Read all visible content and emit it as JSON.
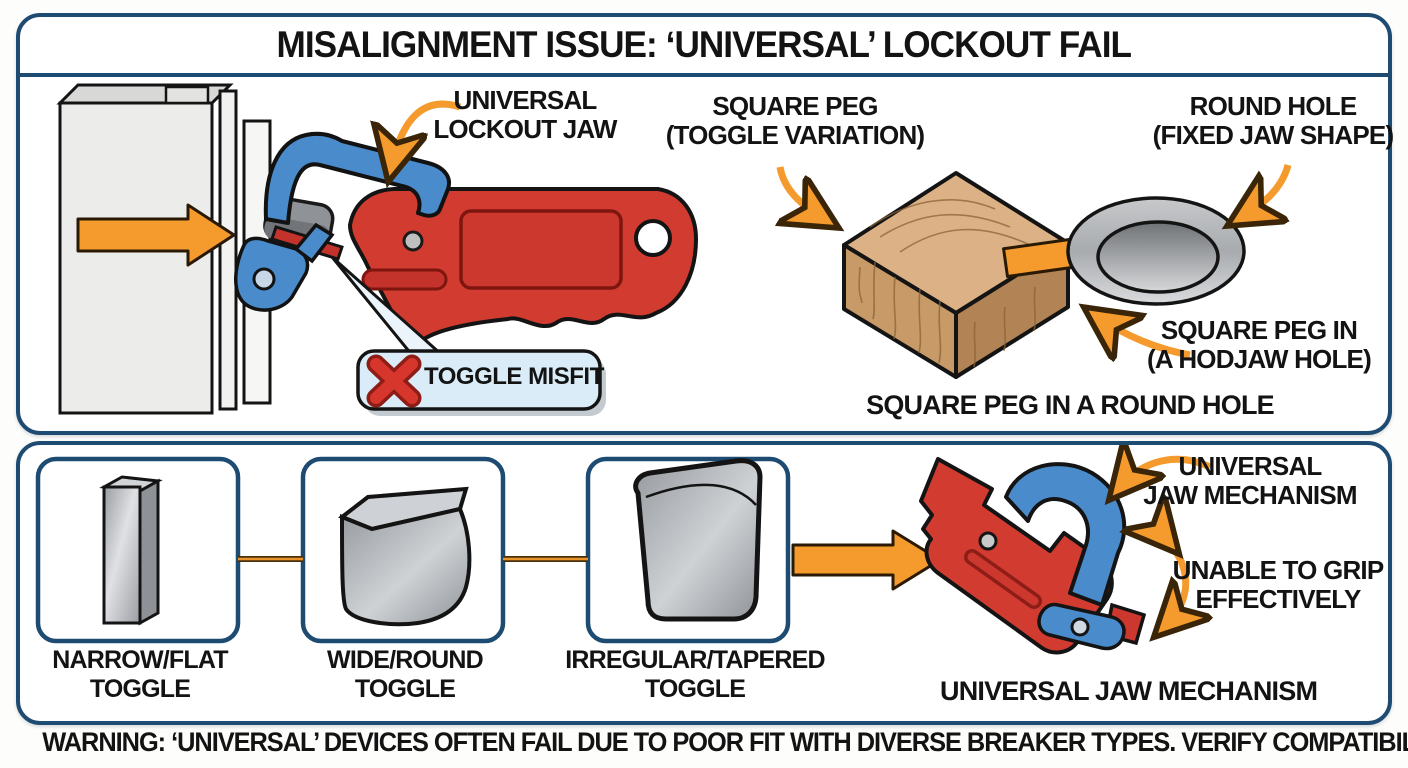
{
  "title": "MISALIGNMENT ISSUE: ‘UNIVERSAL’ LOCKOUT FAIL",
  "top_panel": {
    "universal_lockout_jaw_label": "UNIVERSAL\nLOCKOUT JAW",
    "toggle_misfit_callout": "TOGGLE MISFIT",
    "square_peg_label": "SQUARE PEG\n(TOGGLE VARIATION)",
    "round_hole_label": "ROUND HOLE\n(FIXED JAW SHAPE)",
    "square_peg_in_label": "SQUARE PEG IN\n(A HODJAW HOLE)",
    "caption": "SQUARE PEG IN A ROUND HOLE"
  },
  "bottom_panel": {
    "toggle_labels": [
      "NARROW/FLAT\nTOGGLE",
      "WIDE/ROUND\nTOGGLE",
      "IRREGULAR/TAPERED\nTOGGLE"
    ],
    "jaw_mechanism_label": "UNIVERSAL\nJAW MECHANISM",
    "grip_label": "UNABLE TO GRIP\nEFFECTIVELY",
    "caption": "UNIVERSAL JAW MECHANISM"
  },
  "warning": "WARNING: ‘UNIVERSAL’ DEVICES OFTEN FAIL DUE TO POOR FIT WITH DIVERSE BREAKER TYPES. VERIFY COMPATIBILITY.",
  "colors": {
    "panel_border": "#1e4b72",
    "arrow_orange": "#f59b2d",
    "tool_red": "#d23c30",
    "jaw_blue": "#4a8ccb",
    "callout_bg": "#d9ecf7",
    "x_mark_red": "#d6362c"
  }
}
